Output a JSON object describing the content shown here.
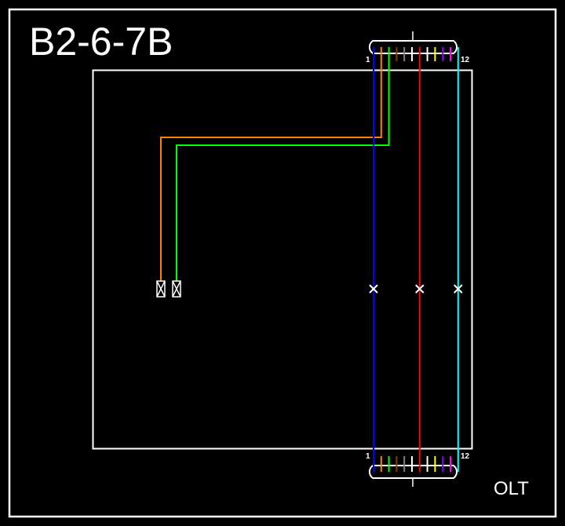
{
  "title": "B2-6-7B",
  "corner_label": "OLT",
  "cable": {
    "first_fiber": "1",
    "last_fiber": "12"
  },
  "fiber_colors": [
    "#0000ff",
    "#ff8000",
    "#00ff00",
    "#804000",
    "#808080",
    "#ffffff",
    "#ff0000",
    "#000000",
    "#ffff00",
    "#8000ff",
    "#ff00ff",
    "#00ffff"
  ],
  "routed_fibers": [
    {
      "fiber": 2,
      "color": "#ff8000",
      "end": "splitter-port"
    },
    {
      "fiber": 3,
      "color": "#00ff00",
      "end": "splitter-port"
    }
  ],
  "through_fibers": [
    {
      "fiber": 1,
      "color": "#0000ff",
      "mark": "cut"
    },
    {
      "fiber": 7,
      "color": "#ff0000",
      "mark": "cut"
    },
    {
      "fiber": 12,
      "color": "#00ffff",
      "mark": "cut"
    }
  ]
}
